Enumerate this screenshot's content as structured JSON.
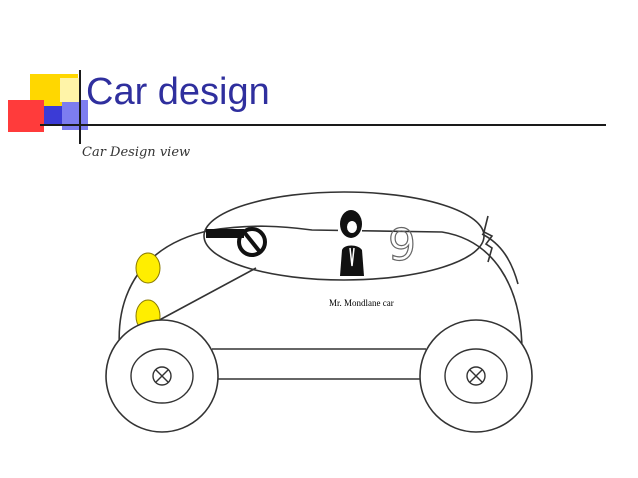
{
  "slide": {
    "title": "Car design",
    "subtitle": "Car Design view",
    "title_color": "#2f2f9e",
    "accent_colors": {
      "yellow": "#ffd700",
      "red": "#ff3b3b",
      "blue": "#3b3bd6"
    }
  },
  "diagram": {
    "caption": "Mr. Mondlane car",
    "headlight_color": "#ffee00"
  }
}
